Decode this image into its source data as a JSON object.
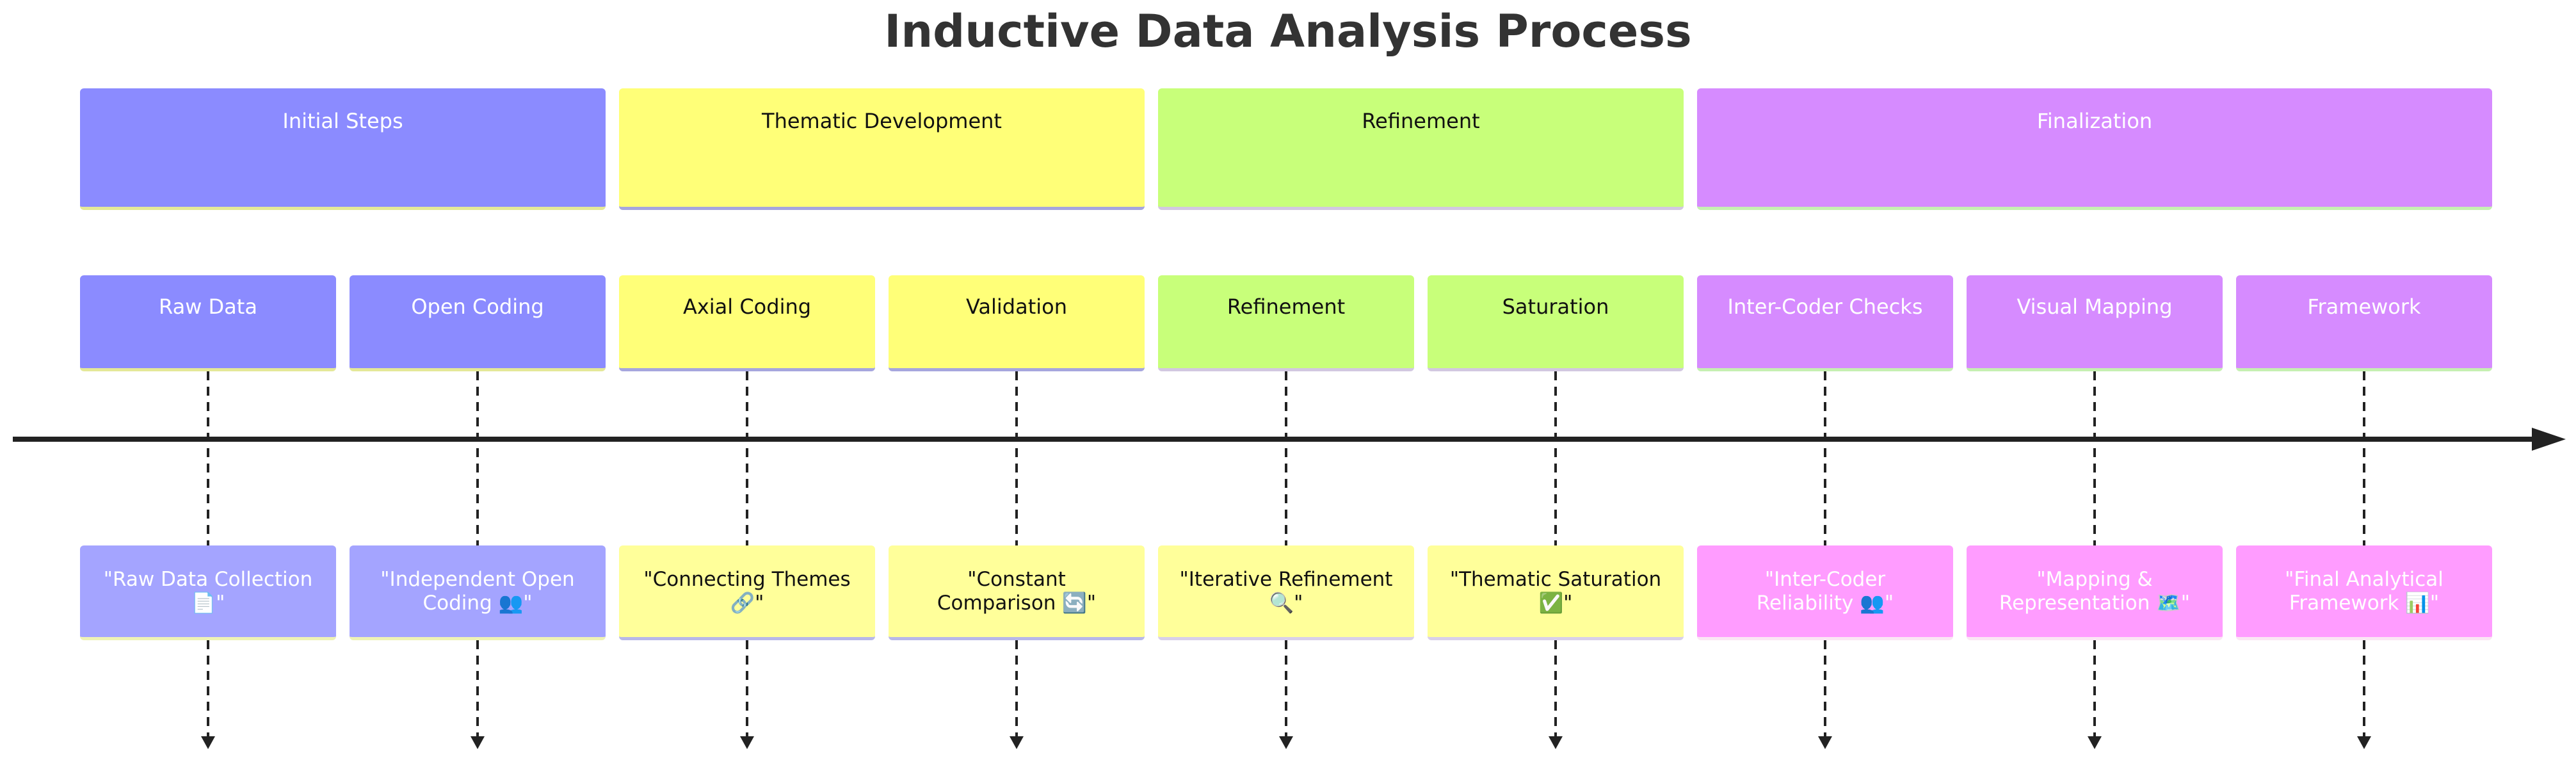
{
  "title": "Inductive Data Analysis Process",
  "sections": [
    {
      "label": "Initial Steps",
      "color": "#8b8bff",
      "periods": [
        {
          "task": "Raw Data",
          "event": "\"Raw Data Collection 📄\""
        },
        {
          "task": "Open Coding",
          "event": "\"Independent Open Coding 👥\""
        }
      ]
    },
    {
      "label": "Thematic Development",
      "color": "#ffff78",
      "periods": [
        {
          "task": "Axial Coding",
          "event": "\"Connecting Themes 🔗\""
        },
        {
          "task": "Validation",
          "event": "\"Constant Comparison 🔄\""
        }
      ]
    },
    {
      "label": "Refinement",
      "color": "#c8ff7a",
      "periods": [
        {
          "task": "Refinement",
          "event": "\"Iterative Refinement 🔍\""
        },
        {
          "task": "Saturation",
          "event": "\"Thematic Saturation ✅\""
        }
      ]
    },
    {
      "label": "Finalization",
      "color": "#d68bff",
      "periods": [
        {
          "task": "Inter-Coder Checks",
          "event": "\"Inter-Coder Reliability 👥\""
        },
        {
          "task": "Visual Mapping",
          "event": "\"Mapping & Representation 🗺️\""
        },
        {
          "task": "Framework",
          "event": "\"Final Analytical Framework 📊\""
        }
      ]
    }
  ]
}
